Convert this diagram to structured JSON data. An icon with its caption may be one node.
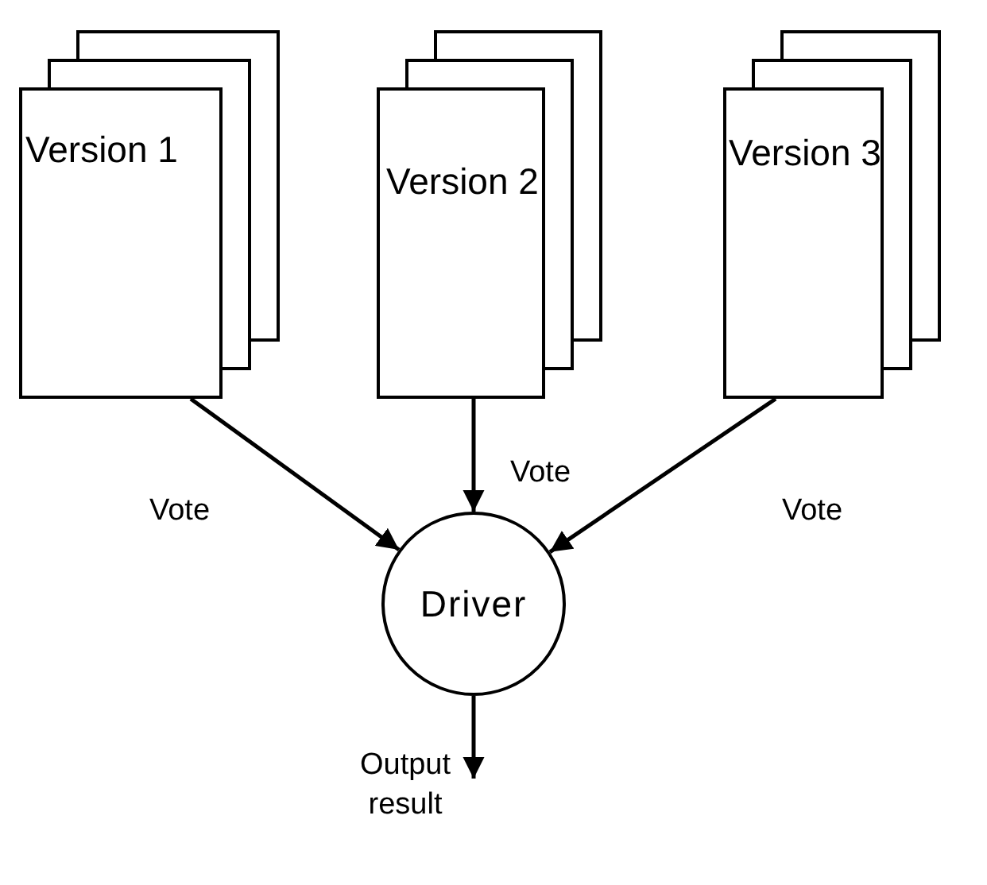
{
  "diagram": {
    "nodes": [
      {
        "text": [
          "Version 1"
        ]
      },
      {
        "text": [
          "Version 2"
        ]
      },
      {
        "text": [
          "Version 3"
        ]
      },
      {
        "text": [
          "Driver"
        ]
      }
    ],
    "edges": [
      {
        "from": 0,
        "to": 3,
        "arrow": "to",
        "label": "Vote"
      },
      {
        "from": 1,
        "to": 3,
        "arrow": "to",
        "label": "Vote"
      },
      {
        "from": 2,
        "to": 3,
        "arrow": "to",
        "label": "Vote"
      },
      {
        "from": 3,
        "to": null,
        "arrow": "to",
        "label": "Output result"
      }
    ]
  }
}
